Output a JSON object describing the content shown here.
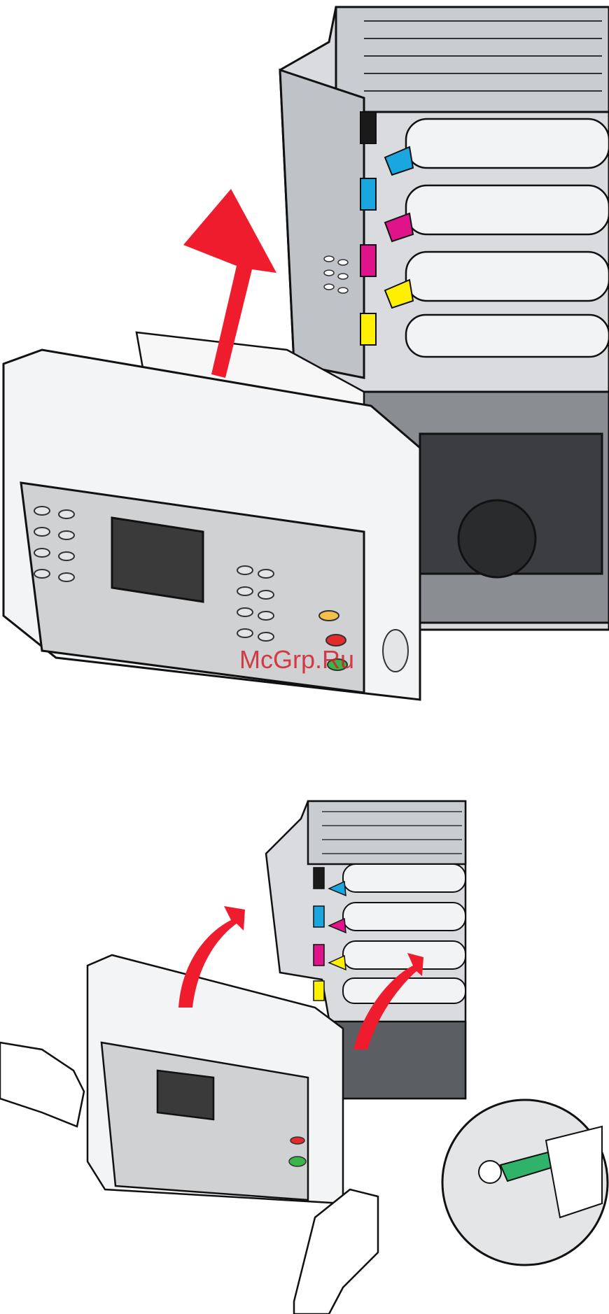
{
  "watermark": {
    "text": "McGrp.Ru",
    "color": "#d6202a"
  },
  "colors": {
    "arrow_red": "#ef1c2e",
    "toner_black": "#1a1a1a",
    "toner_cyan": "#1aa7e0",
    "toner_magenta": "#e0148a",
    "toner_yellow": "#ffef00",
    "release_lever_green": "#2fb36a",
    "stop_button": "#e22b2b",
    "start_button": "#39b54a",
    "panel_gray": "#cfd1d3"
  },
  "figures": [
    {
      "id": "figure-1",
      "icons": [
        "up-arrow-icon",
        "paper-sheet-icon",
        "printer-icon"
      ]
    },
    {
      "id": "figure-2",
      "icons": [
        "curved-arrow-icon",
        "hand-icon",
        "magnifier-detail-icon",
        "printer-icon"
      ]
    }
  ]
}
